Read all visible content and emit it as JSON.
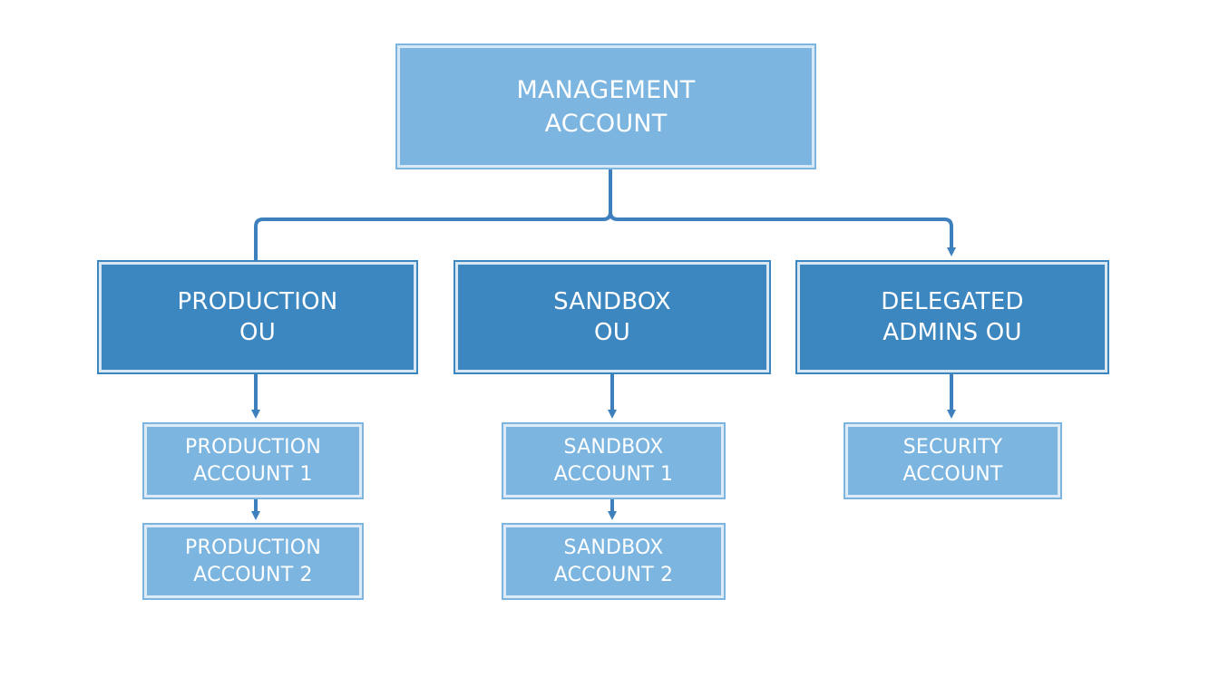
{
  "root": {
    "lines": [
      "MANAGEMENT",
      "ACCOUNT"
    ]
  },
  "ous": [
    {
      "lines": [
        "PRODUCTION",
        "OU"
      ],
      "accounts": [
        {
          "lines": [
            "PRODUCTION",
            "ACCOUNT 1"
          ]
        },
        {
          "lines": [
            "PRODUCTION",
            "ACCOUNT 2"
          ]
        }
      ]
    },
    {
      "lines": [
        "SANDBOX",
        "OU"
      ],
      "accounts": [
        {
          "lines": [
            "SANDBOX",
            "ACCOUNT 1"
          ]
        },
        {
          "lines": [
            "SANDBOX",
            "ACCOUNT 2"
          ]
        }
      ]
    },
    {
      "lines": [
        "DELEGATED",
        "ADMINS OU"
      ],
      "accounts": [
        {
          "lines": [
            "SECURITY",
            "ACCOUNT"
          ]
        }
      ]
    }
  ],
  "colors": {
    "connector": "#3d80bd",
    "ou_fill": "#3d87c0",
    "account_fill": "#7bb5e0",
    "text": "#ffffff"
  }
}
